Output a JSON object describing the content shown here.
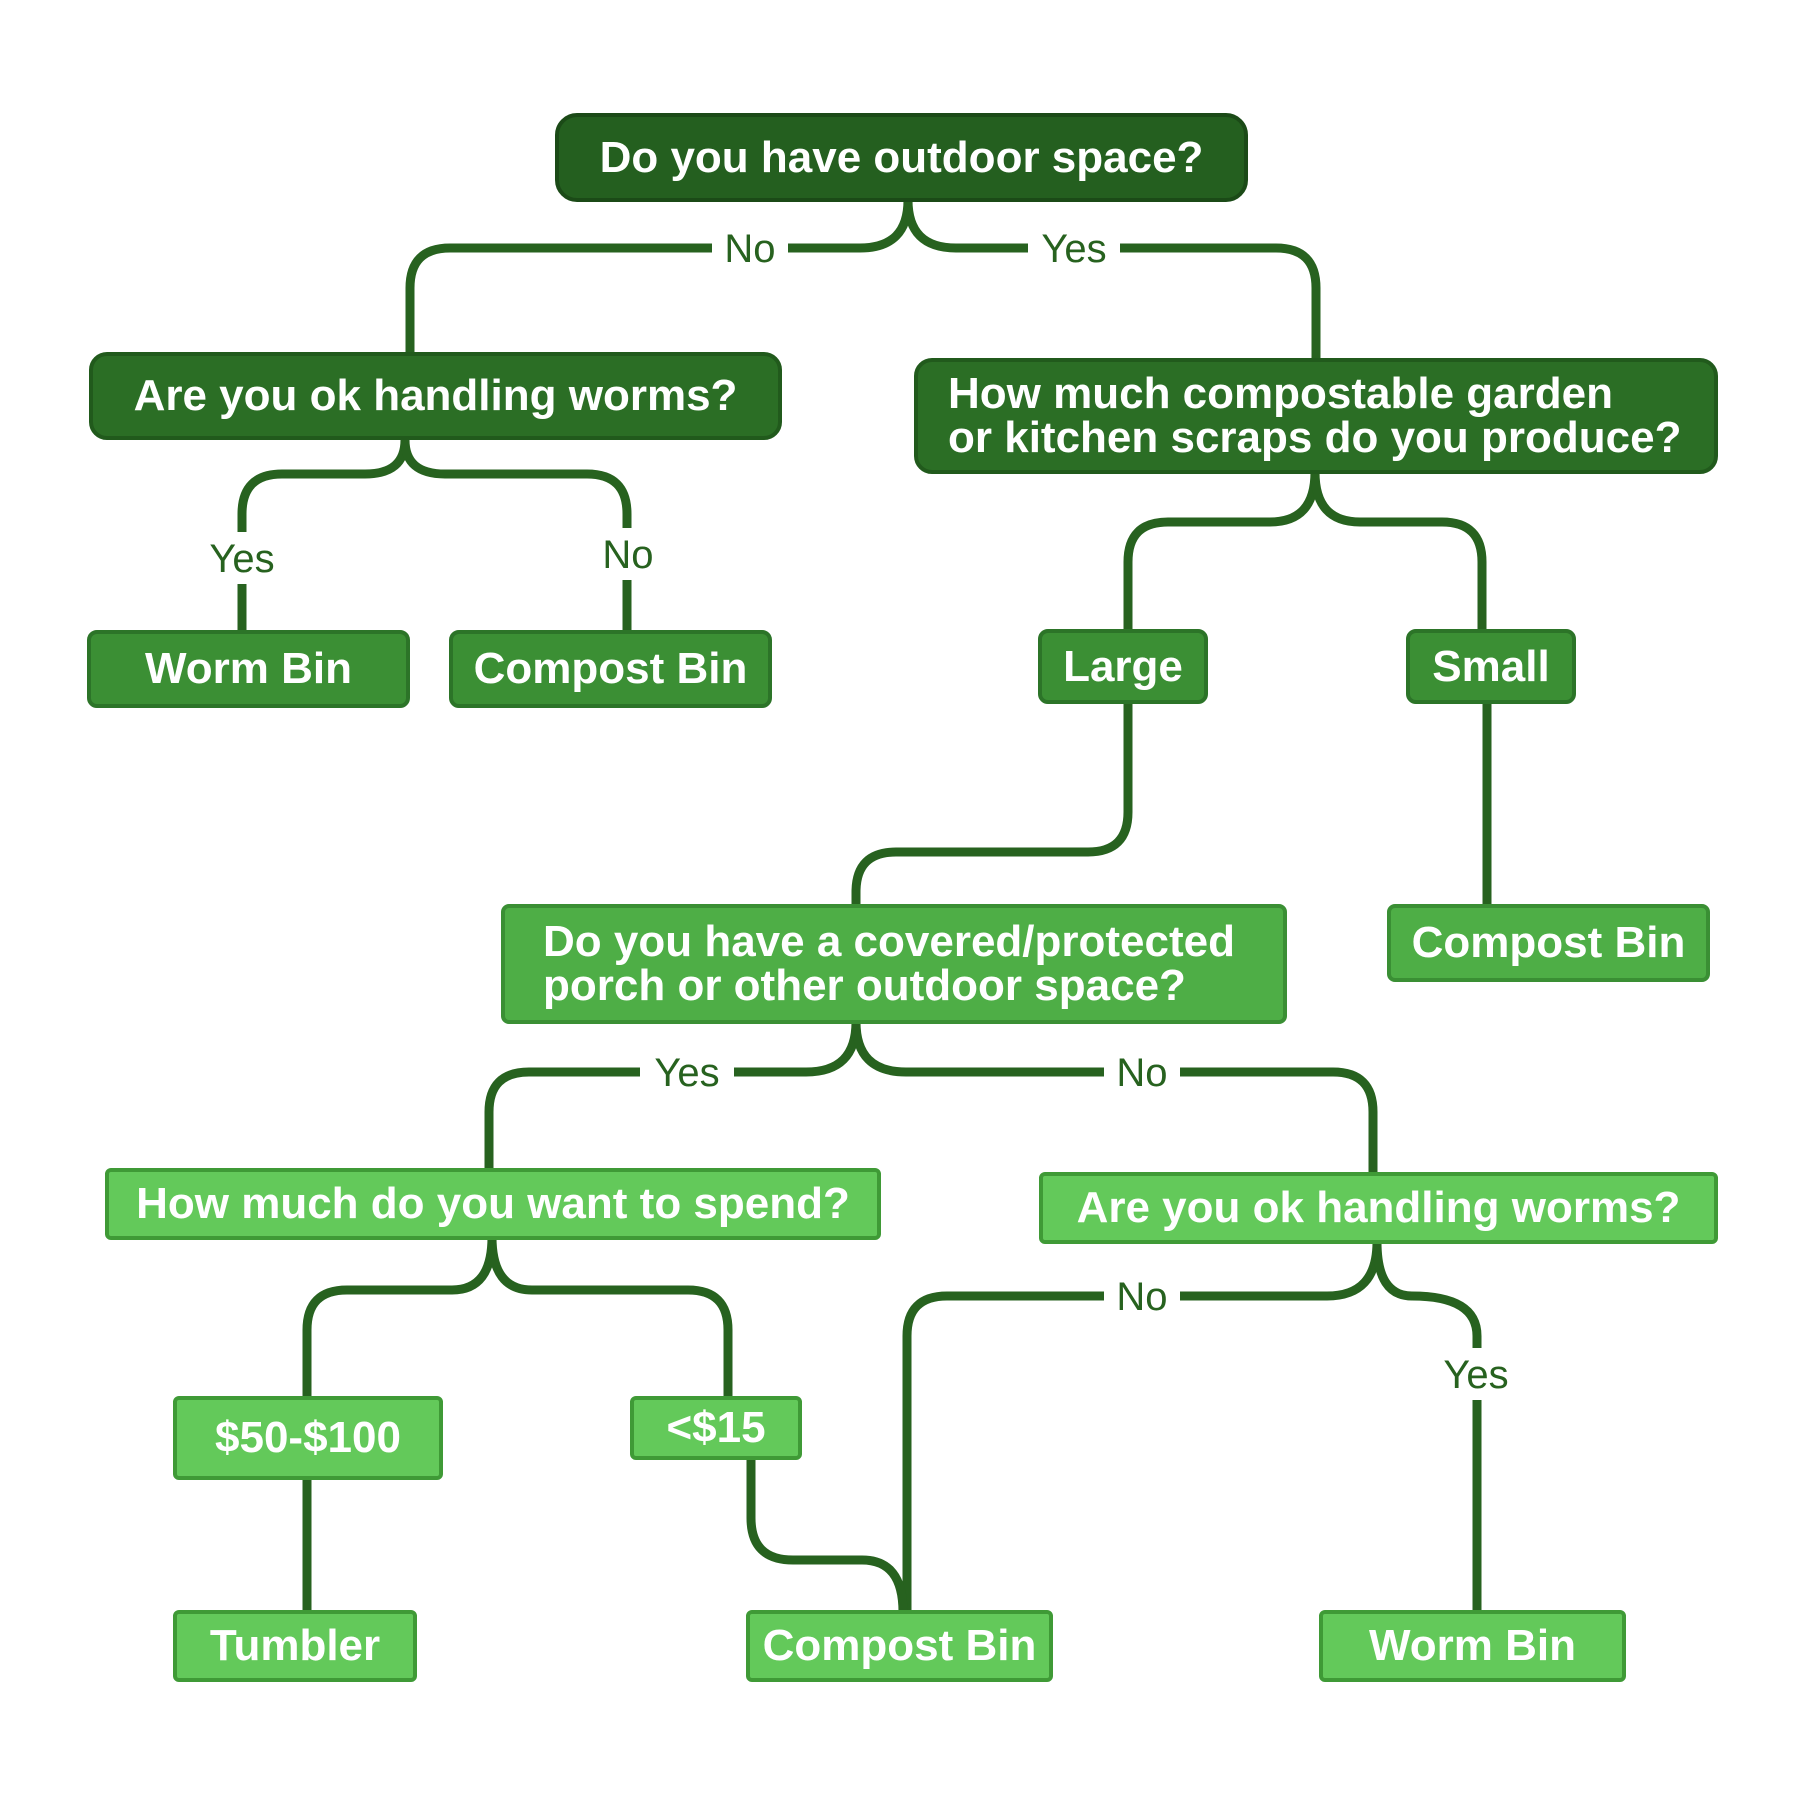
{
  "diagram": {
    "root": "Do you have outdoor space?",
    "no_branch": {
      "edge": "No",
      "question": "Are you ok handling worms?",
      "yes_edge": "Yes",
      "yes_result": "Worm Bin",
      "no_edge": "No",
      "no_result": "Compost Bin"
    },
    "yes_branch": {
      "edge": "Yes",
      "question_line1": "How much compostable garden",
      "question_line2": "or kitchen scraps do you produce?",
      "large": "Large",
      "small": "Small",
      "small_result": "Compost Bin",
      "porch_question_line1": "Do you have a covered/protected",
      "porch_question_line2": "porch or  other outdoor space?",
      "porch_yes_edge": "Yes",
      "porch_no_edge": "No",
      "spend_question": "How much do you want to spend?",
      "spend_high": "$50-$100",
      "spend_low": "<$15",
      "high_result": "Tumbler",
      "low_result": "Compost Bin",
      "worms_question": "Are you ok handling worms?",
      "worms_no_edge": "No",
      "worms_yes_edge": "Yes",
      "worms_yes_result": "Worm Bin"
    }
  },
  "colors": {
    "connector": "#27621f",
    "level1": "#245f1f",
    "level2": "#2b6e25",
    "level3": "#3b8f34",
    "level4": "#4eae46",
    "level5": "#63c95a",
    "text": "#ffffff"
  }
}
